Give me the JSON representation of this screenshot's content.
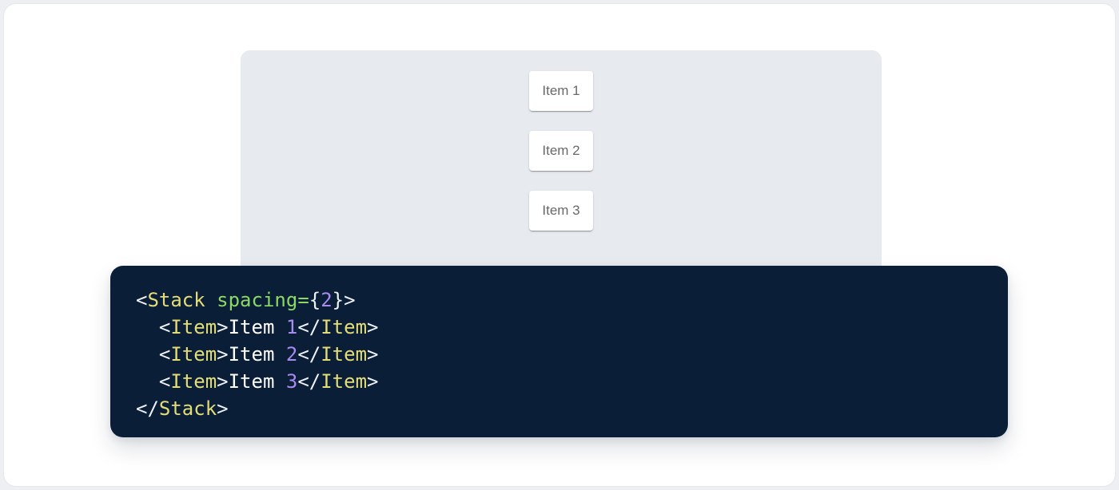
{
  "theme": {
    "page_bg": "#edeff2",
    "card_bg": "#ffffff",
    "card_border": "#e4e7eb",
    "panel_bg": "#e7ebf0",
    "item_bg": "#ffffff",
    "item_text": "rgba(0,0,0,0.6)",
    "code_bg": "#0a1e38",
    "tok_tag": "#e3dc77",
    "tok_attr": "#8bd964",
    "tok_num": "#a78bf0",
    "tok_punct": "#eef2f6",
    "tok_plain": "#ffffff"
  },
  "demo": {
    "items": [
      "Item 1",
      "Item 2",
      "Item 3"
    ]
  },
  "code": {
    "lines": [
      {
        "tokens": [
          {
            "t": "<",
            "c": "punct"
          },
          {
            "t": "Stack",
            "c": "tag"
          },
          {
            "t": " ",
            "c": "plain"
          },
          {
            "t": "spacing",
            "c": "attr"
          },
          {
            "t": "=",
            "c": "attr"
          },
          {
            "t": "{",
            "c": "punct"
          },
          {
            "t": "2",
            "c": "num"
          },
          {
            "t": "}",
            "c": "punct"
          },
          {
            "t": ">",
            "c": "punct"
          }
        ]
      },
      {
        "tokens": [
          {
            "t": "  ",
            "c": "plain"
          },
          {
            "t": "<",
            "c": "punct"
          },
          {
            "t": "Item",
            "c": "tag"
          },
          {
            "t": ">",
            "c": "punct"
          },
          {
            "t": "Item ",
            "c": "plain"
          },
          {
            "t": "1",
            "c": "num"
          },
          {
            "t": "</",
            "c": "punct"
          },
          {
            "t": "Item",
            "c": "tag"
          },
          {
            "t": ">",
            "c": "punct"
          }
        ]
      },
      {
        "tokens": [
          {
            "t": "  ",
            "c": "plain"
          },
          {
            "t": "<",
            "c": "punct"
          },
          {
            "t": "Item",
            "c": "tag"
          },
          {
            "t": ">",
            "c": "punct"
          },
          {
            "t": "Item ",
            "c": "plain"
          },
          {
            "t": "2",
            "c": "num"
          },
          {
            "t": "</",
            "c": "punct"
          },
          {
            "t": "Item",
            "c": "tag"
          },
          {
            "t": ">",
            "c": "punct"
          }
        ]
      },
      {
        "tokens": [
          {
            "t": "  ",
            "c": "plain"
          },
          {
            "t": "<",
            "c": "punct"
          },
          {
            "t": "Item",
            "c": "tag"
          },
          {
            "t": ">",
            "c": "punct"
          },
          {
            "t": "Item ",
            "c": "plain"
          },
          {
            "t": "3",
            "c": "num"
          },
          {
            "t": "</",
            "c": "punct"
          },
          {
            "t": "Item",
            "c": "tag"
          },
          {
            "t": ">",
            "c": "punct"
          }
        ]
      },
      {
        "tokens": [
          {
            "t": "</",
            "c": "punct"
          },
          {
            "t": "Stack",
            "c": "tag"
          },
          {
            "t": ">",
            "c": "punct"
          }
        ]
      }
    ]
  }
}
